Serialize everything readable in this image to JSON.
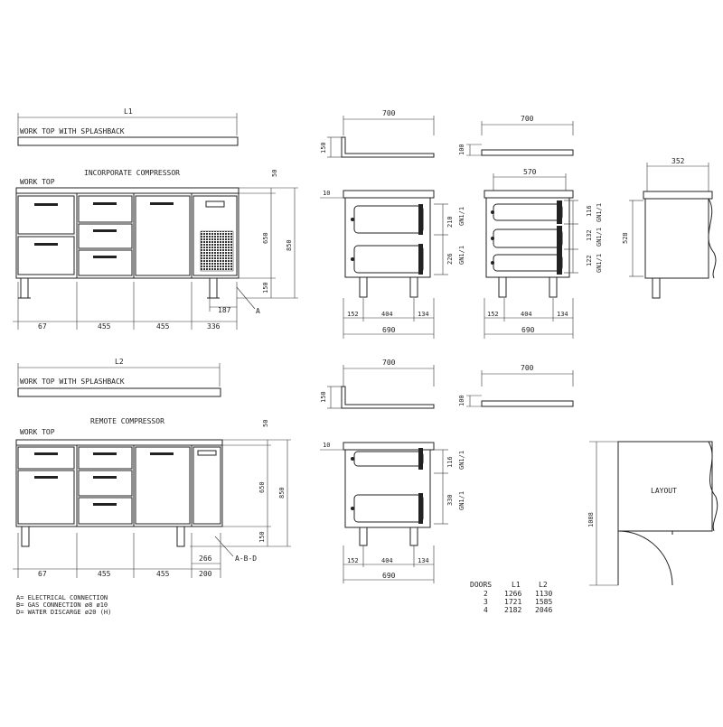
{
  "labels": {
    "worktop_splashback_1": "WORK TOP WITH SPLASHBACK",
    "worktop_1": "WORK TOP",
    "incorporate": "INCORPORATE COMPRESSOR",
    "worktop_splashback_2": "WORK TOP WITH SPLASHBACK",
    "worktop_2": "WORK TOP",
    "remote": "REMOTE COMPRESSOR",
    "layout": "LAYOUT",
    "callout_a": "A",
    "callout_abd": "A-B-D",
    "l1": "L1",
    "l2": "L2"
  },
  "dims_top": {
    "d700a": "700",
    "d700b": "700",
    "d150": "150",
    "d100": "100",
    "d50": "50",
    "d650": "650",
    "d850": "850",
    "d150b": "150",
    "d67": "67",
    "d455a": "455",
    "d455b": "455",
    "d336": "336",
    "d187": "187"
  },
  "dims_side1": {
    "d10": "10",
    "d210": "210",
    "d226": "226",
    "gn1": "GN1/1",
    "gn2": "GN1/1",
    "d152": "152",
    "d404": "404",
    "d134": "134",
    "d690": "690"
  },
  "dims_side2": {
    "d570": "570",
    "d116": "116",
    "d132": "132",
    "d122": "122",
    "gn1": "GN1/1",
    "gn2": "GN1/1",
    "gn3": "GN1/1",
    "d152": "152",
    "d404": "404",
    "d134": "134",
    "d690": "690"
  },
  "dims_plan": {
    "d352": "352",
    "d528": "528"
  },
  "dims_bottom": {
    "d700a": "700",
    "d700b": "700",
    "d150": "150",
    "d100": "100",
    "d50": "50",
    "d650": "650",
    "d850": "850",
    "d150b": "150",
    "d67": "67",
    "d455a": "455",
    "d455b": "455",
    "d200": "200",
    "d266": "266"
  },
  "dims_side3": {
    "d10": "10",
    "d116": "116",
    "d330": "330",
    "gn1": "GN1/1",
    "gn2": "GN1/1",
    "d152": "152",
    "d404": "404",
    "d134": "134",
    "d690": "690"
  },
  "dims_layout": {
    "d1088": "1088"
  },
  "legend": {
    "a": "A= ELECTRICAL CONNECTION",
    "b": "B= GAS CONNECTION ø8 ø10",
    "d": "D= WATER DISCARGE ø20 (H)"
  },
  "table": {
    "headers": [
      "DOORS",
      "L1",
      "L2"
    ],
    "rows": [
      [
        "2",
        "1266",
        "1130"
      ],
      [
        "3",
        "1721",
        "1585"
      ],
      [
        "4",
        "2182",
        "2046"
      ]
    ]
  }
}
